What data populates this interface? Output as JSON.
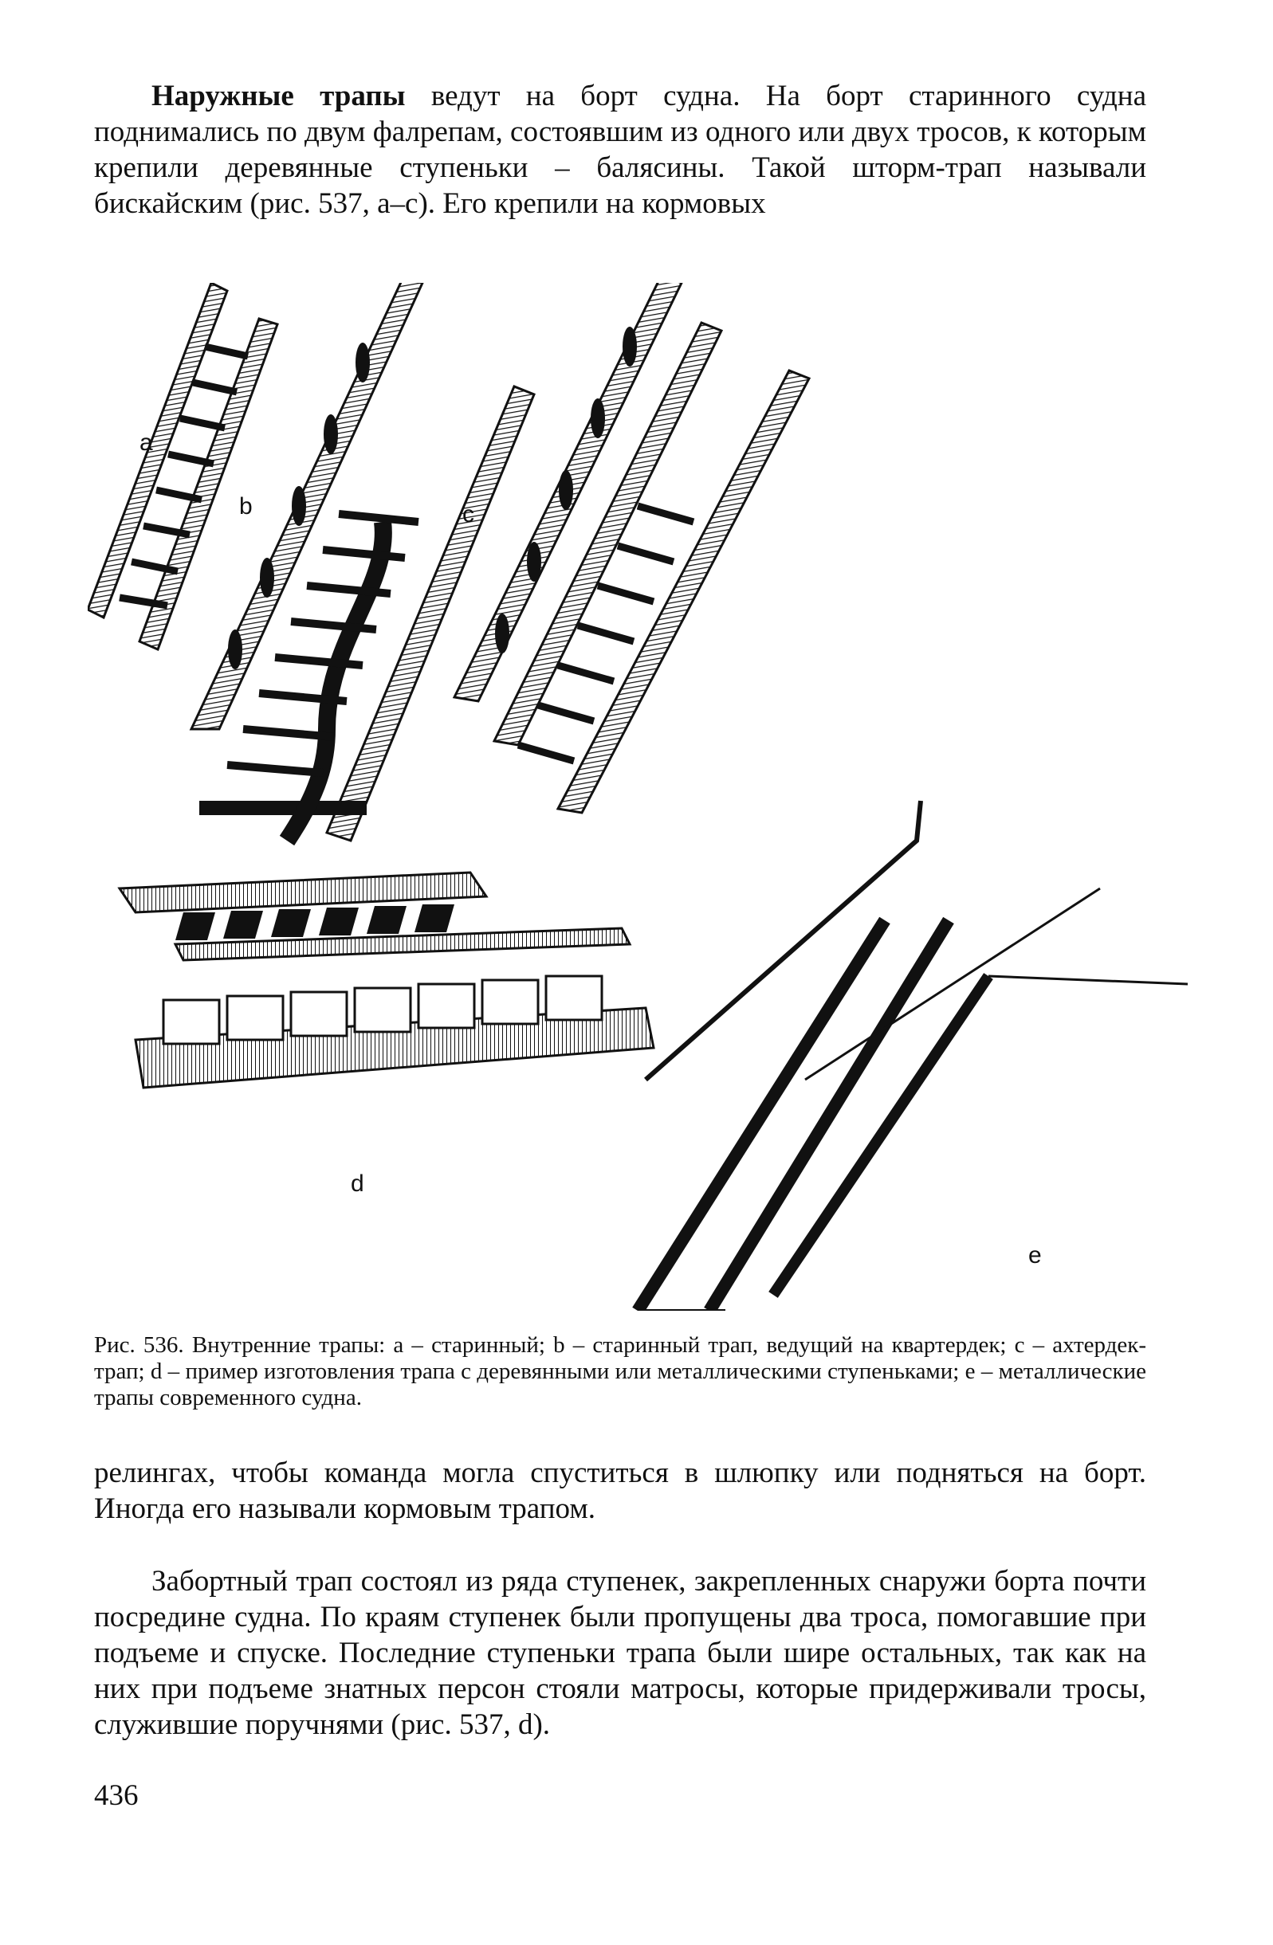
{
  "top_paragraph": {
    "bold_lead": "Наружные трапы",
    "rest": " ведут на борт судна. На борт старинного судна поднимались по двум фалрепам, состоявшим из одного или двух тросов, к которым крепили деревянные ступеньки – балясины. Такой шторм-трап называли бискайским (рис. 537, a–c). Его крепили на кормовых"
  },
  "figure": {
    "labels": {
      "a": "a",
      "b": "b",
      "c": "c",
      "d": "d",
      "e": "e"
    },
    "caption": "Рис. 536. Внутренние трапы: a – старинный; b – старинный трап, ведущий на квартердек; c – ахтердек-трап; d – пример изготовления трапа с деревянными или металлическими ступеньками; e – металлические трапы современного судна."
  },
  "bottom_paragraphs": [
    "релингах, чтобы команда могла спуститься в шлюпку или подняться на борт. Иногда его называли кормовым трапом.",
    "Забортный трап состоял из ряда ступенек, закрепленных снаружи борта почти посредине судна. По краям ступенек были пропущены два троса, помогавшие при подъеме и спуске. Последние ступеньки трапа были шире остальных, так как на них при подъеме знатных персон стояли матросы, которые придерживали тросы, служившие поручнями (рис. 537, d)."
  ],
  "page_number": "436"
}
